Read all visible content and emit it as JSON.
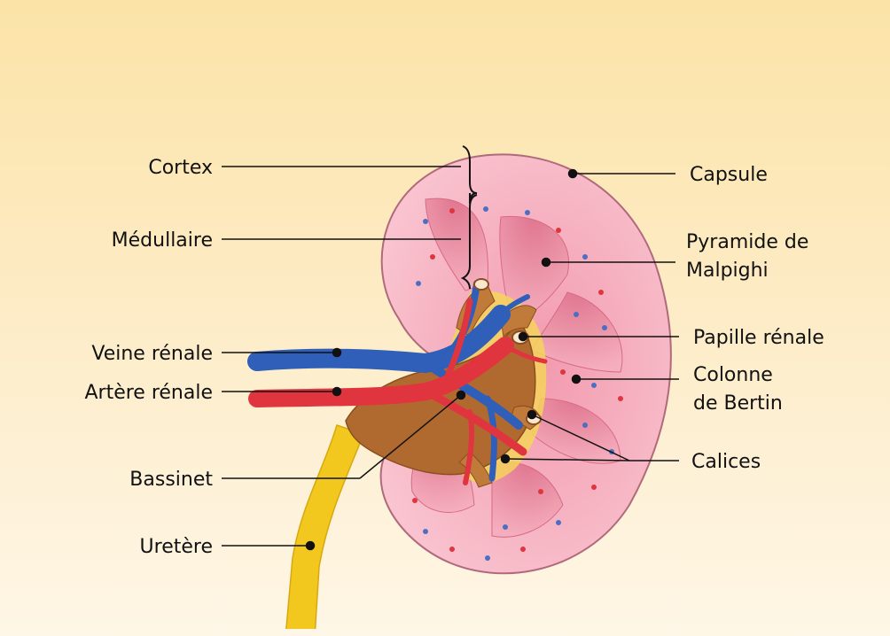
{
  "labels": {
    "cortex": "Cortex",
    "medullaire": "Médullaire",
    "veine_renale": "Veine rénale",
    "artere_renale": "Artère rénale",
    "bassinet": "Bassinet",
    "uretere": "Uretère",
    "capsule": "Capsule",
    "pyramide_line1": "Pyramide de",
    "pyramide_line2": "Malpighi",
    "papille": "Papille rénale",
    "colonne_line1": "Colonne",
    "colonne_line2": "de Bertin",
    "calices": "Calices"
  },
  "colors": {
    "background_top": "#fbe3a7",
    "background_bottom": "#fef6e6",
    "kidney_cortex": "#f7b7c3",
    "kidney_medulla": "#ec8ea2",
    "capsule_outline": "#b06a7c",
    "vein": "#2f5fb8",
    "artery": "#e0353f",
    "pelvis": "#b06a30",
    "ureter": "#f2c81e",
    "fat": "#f5d45a",
    "leader_line": "#111111"
  }
}
